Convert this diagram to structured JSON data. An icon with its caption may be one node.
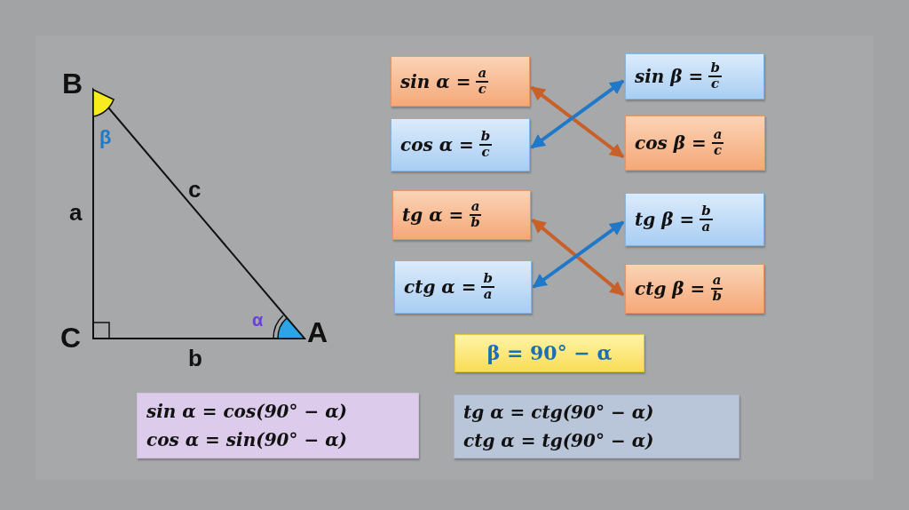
{
  "diagram": {
    "nodes": [
      {
        "text": [
          "sin α =",
          "a",
          "c"
        ]
      },
      {
        "text": [
          "cos α =",
          "b",
          "c"
        ]
      },
      {
        "text": [
          "tg α =",
          "a",
          "b"
        ]
      },
      {
        "text": [
          "ctg α =",
          "b",
          "a"
        ]
      },
      {
        "text": [
          "sin β =",
          "b",
          "c"
        ]
      },
      {
        "text": [
          "cos β =",
          "a",
          "c"
        ]
      },
      {
        "text": [
          "tg β =",
          "b",
          "a"
        ]
      },
      {
        "text": [
          "ctg β =",
          "a",
          "b"
        ]
      },
      {
        "text": [
          "β = 90° − α"
        ]
      },
      {
        "text": [
          "sin α = cos(90° − α)",
          "cos α = sin(90° − α)"
        ]
      },
      {
        "text": [
          "tg α = ctg(90° − α)",
          "ctg α = tg(90° − α)"
        ]
      }
    ],
    "edges": [
      {
        "from": 0,
        "to": 5,
        "arrow": "both",
        "color": "#c8602a"
      },
      {
        "from": 1,
        "to": 4,
        "arrow": "both",
        "color": "#1f78c8"
      },
      {
        "from": 2,
        "to": 7,
        "arrow": "both",
        "color": "#c8602a"
      },
      {
        "from": 3,
        "to": 6,
        "arrow": "both",
        "color": "#1f78c8"
      }
    ],
    "labels": [
      "B",
      "β",
      "c",
      "a",
      "α",
      "C",
      "A",
      "b"
    ]
  }
}
